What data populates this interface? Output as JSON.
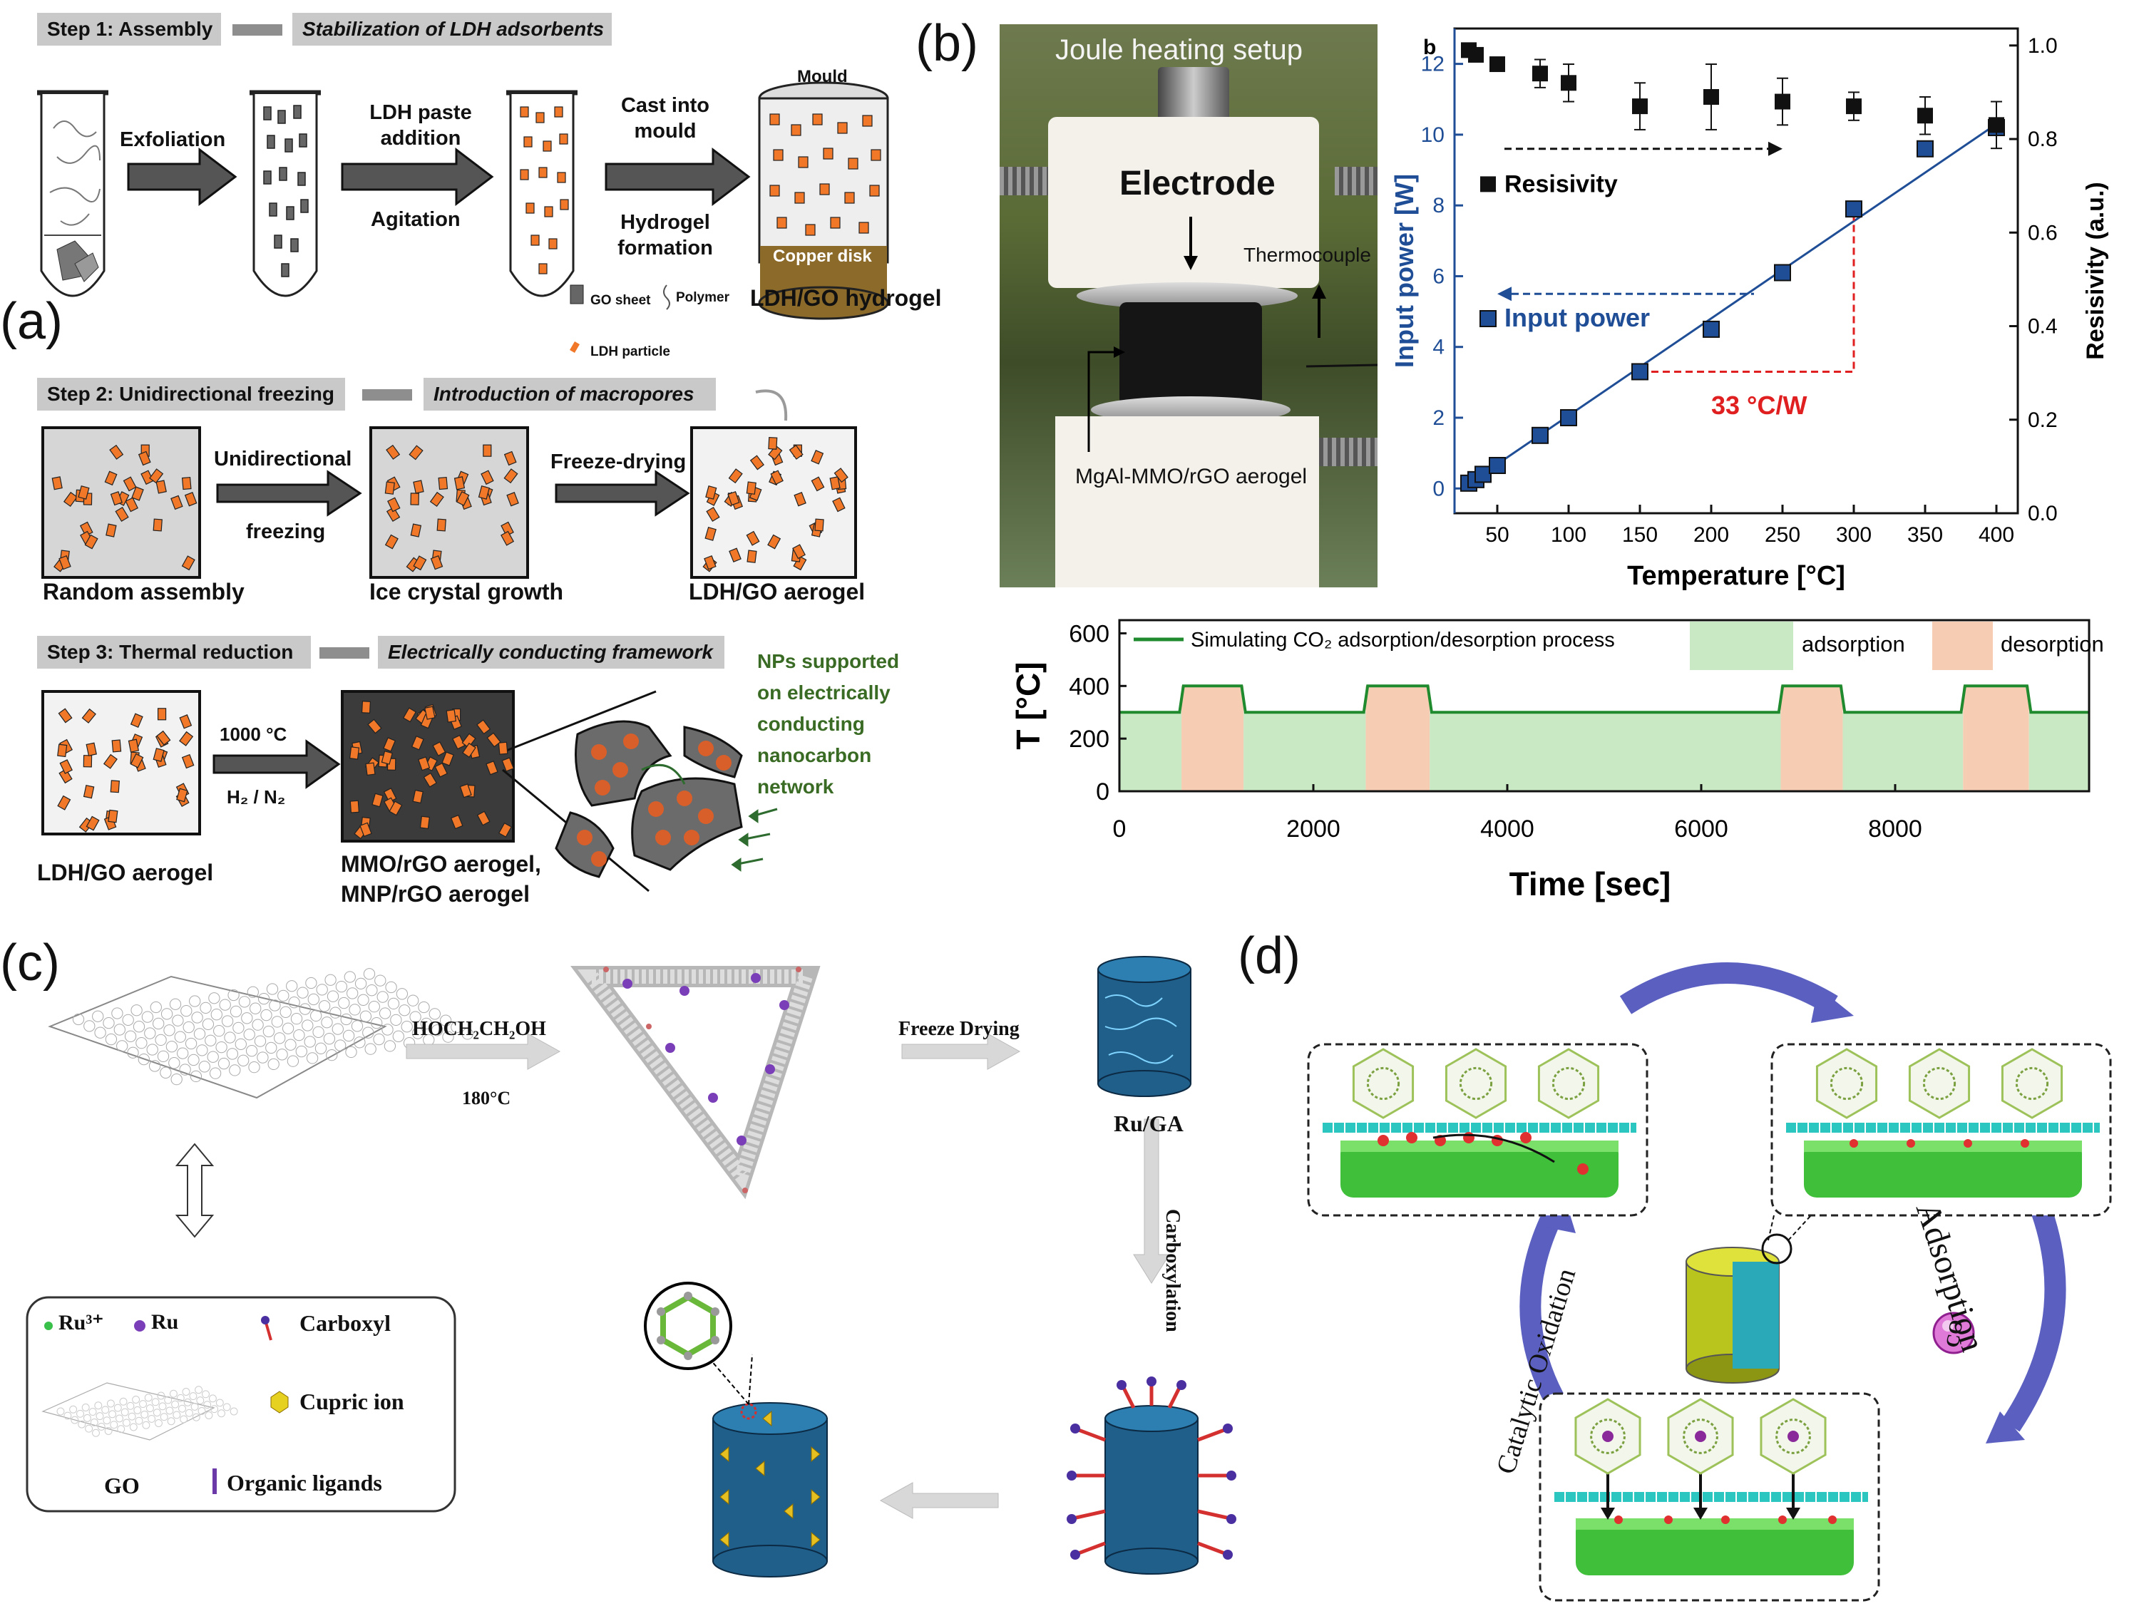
{
  "panel_a": {
    "letter": "(a)",
    "step1": {
      "title": "Step 1: Assembly",
      "desc": "Stabilization of LDH adsorbents"
    },
    "arrow1": "Exfoliation",
    "arrow2_top": "LDH paste addition",
    "arrow2_bottom": "Agitation",
    "arrow3_top": "Cast into mould",
    "arrow3_bottom": "Hydrogel formation",
    "mould_label": "Mould",
    "copper_label": "Copper disk",
    "hydrogel_label": "LDH/GO hydrogel",
    "legend": {
      "go_sheet": "GO sheet",
      "polymer": "Polymer",
      "ldh_particle": "LDH particle"
    },
    "step2": {
      "title": "Step 2: Unidirectional freezing",
      "desc": "Introduction of macropores"
    },
    "uni_top": "Unidirectional",
    "uni_bottom": "freezing",
    "freeze_drying": "Freeze-drying",
    "random_assembly": "Random assembly",
    "ice_growth": "Ice crystal growth",
    "aerogel1": "LDH/GO aerogel",
    "step3": {
      "title": "Step 3: Thermal reduction",
      "desc": "Electrically conducting framework"
    },
    "temp": "1000 °C",
    "gas": "H₂ / N₂",
    "aerogel2": "LDH/GO aerogel",
    "mmo_line1": "MMO/rGO aerogel,",
    "mmo_line2": "MNP/rGO aerogel",
    "nps_note": [
      "NPs supported",
      "on electrically",
      "conducting",
      "nanocarbon",
      "network"
    ]
  },
  "panel_b": {
    "letter": "(b)",
    "photo": {
      "title": "Joule heating setup",
      "electrode": "Electrode",
      "thermocouple": "Thermocouple",
      "sample": "MgAl-MMO/rGO aerogel"
    },
    "sub_letter": "b",
    "annotation": "33 °C/W",
    "legend_resistivity": "Resisivity",
    "legend_power": "Input power",
    "colors": {
      "power": "#1f4e96",
      "resistivity": "#111111",
      "annotation": "#e02020",
      "line": "#1f8a2e",
      "adsorption": "#c9e8c4",
      "desorption": "#f6cdb3"
    }
  },
  "chart_data": [
    {
      "type": "scatter",
      "xlabel": "Temperature [°C]",
      "ylabel": "Input power [W]",
      "ylabel_right": "Resisivity (a.u.)",
      "xlim": [
        20,
        415
      ],
      "ylim": [
        -0.7,
        13
      ],
      "ylim_right": [
        0,
        1.0
      ],
      "x_ticks": [
        50,
        100,
        150,
        200,
        250,
        300,
        350,
        400
      ],
      "y_ticks": [
        0,
        2,
        4,
        6,
        8,
        10,
        12
      ],
      "y_right_ticks": [
        "0.0",
        "0.2",
        "0.4",
        "0.6",
        "0.8",
        "1.0"
      ],
      "series": [
        {
          "name": "Input power",
          "axis": "left",
          "x": [
            30,
            35,
            40,
            50,
            80,
            100,
            150,
            200,
            250,
            300,
            350,
            400
          ],
          "y": [
            0.15,
            0.25,
            0.4,
            0.65,
            1.5,
            2.0,
            3.3,
            4.5,
            6.1,
            7.9,
            9.6,
            10.2
          ],
          "fit": [
            [
              25,
              0.0
            ],
            [
              400,
              10.3
            ]
          ]
        },
        {
          "name": "Resisivity",
          "axis": "right",
          "x": [
            30,
            35,
            50,
            80,
            100,
            150,
            200,
            250,
            300,
            350,
            400
          ],
          "y": [
            0.99,
            0.98,
            0.96,
            0.94,
            0.92,
            0.87,
            0.89,
            0.88,
            0.87,
            0.85,
            0.83
          ],
          "err": [
            0.0,
            0.0,
            0.0,
            0.03,
            0.04,
            0.05,
            0.07,
            0.05,
            0.03,
            0.04,
            0.05
          ]
        }
      ]
    },
    {
      "type": "line",
      "xlabel": "Time [sec]",
      "ylabel": "T [°C]",
      "xlim": [
        0,
        10000
      ],
      "ylim": [
        0,
        650
      ],
      "x_ticks": [
        0,
        2000,
        4000,
        6000,
        8000
      ],
      "y_ticks": [
        0,
        200,
        400,
        600
      ],
      "series": [
        {
          "name": "Simulating CO₂ adsorption/desorption process",
          "x": [
            0,
            620,
            660,
            1260,
            1300,
            2520,
            2560,
            3180,
            3220,
            6800,
            6840,
            7440,
            7480,
            8680,
            8720,
            9360,
            9400,
            10000
          ],
          "y": [
            300,
            300,
            400,
            400,
            300,
            300,
            400,
            400,
            300,
            300,
            400,
            400,
            300,
            300,
            400,
            400,
            300,
            300
          ]
        }
      ],
      "regions": [
        {
          "label": "adsorption",
          "from": 0,
          "to": 640
        },
        {
          "label": "desorption",
          "from": 640,
          "to": 1280
        },
        {
          "label": "adsorption",
          "from": 1280,
          "to": 2540
        },
        {
          "label": "desorption",
          "from": 2540,
          "to": 3200
        },
        {
          "label": "adsorption",
          "from": 3200,
          "to": 6820
        },
        {
          "label": "desorption",
          "from": 6820,
          "to": 7460
        },
        {
          "label": "adsorption",
          "from": 7460,
          "to": 8700
        },
        {
          "label": "desorption",
          "from": 8700,
          "to": 9380
        },
        {
          "label": "adsorption",
          "from": 9380,
          "to": 10000
        }
      ],
      "legend_regions": [
        "adsorption",
        "desorption"
      ]
    }
  ],
  "panel_c": {
    "letter": "(c)",
    "reagent": "HOCH₂CH₂OH",
    "temp": "180°C",
    "freeze_drying": "Freeze Drying",
    "ru_ga": "Ru/GA",
    "carboxylation": "Carboxylation",
    "legend": {
      "ru3": "Ru³⁺",
      "ru": "Ru",
      "carboxyl": "Carboxyl",
      "go": "GO",
      "cupric": "Cupric ion",
      "ligands": "Organic ligands"
    }
  },
  "panel_d": {
    "letter": "(d)",
    "adsorption": "Adsorption",
    "catalytic": "Catalytic Oxidation",
    "co": "CO"
  }
}
